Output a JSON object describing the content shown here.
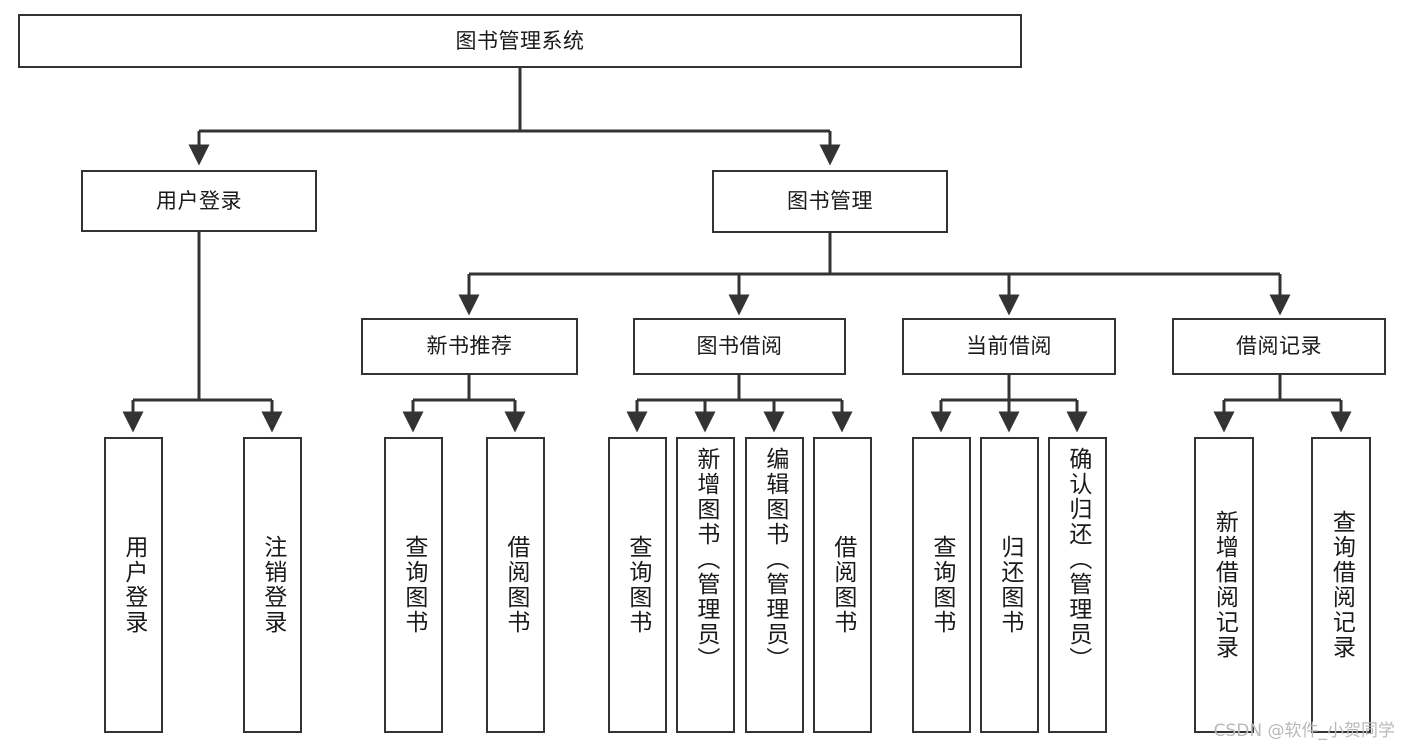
{
  "diagram": {
    "title": "图书管理系统",
    "type": "tree-hierarchy-chart",
    "orientation": "top-down",
    "colors": {
      "node_border": "#333333",
      "node_fill": "#ffffff",
      "edge": "#333333",
      "text": "#1a1a1a",
      "watermark": "#b9b9b9",
      "background": "#ffffff"
    },
    "root": {
      "label": "图书管理系统"
    },
    "level2": [
      {
        "label": "用户登录"
      },
      {
        "label": "图书管理"
      }
    ],
    "level3": [
      {
        "label": "新书推荐"
      },
      {
        "label": "图书借阅"
      },
      {
        "label": "当前借阅"
      },
      {
        "label": "借阅记录"
      }
    ],
    "leaves": {
      "user_login": [
        {
          "label": "用户登录"
        },
        {
          "label": "注销登录"
        }
      ],
      "new_book_recommend": [
        {
          "label": "查询图书"
        },
        {
          "label": "借阅图书"
        }
      ],
      "book_borrow": [
        {
          "label": "查询图书"
        },
        {
          "label": "新增图书（管理员）"
        },
        {
          "label": "编辑图书（管理员）"
        },
        {
          "label": "借阅图书"
        }
      ],
      "current_borrow": [
        {
          "label": "查询图书"
        },
        {
          "label": "归还图书"
        },
        {
          "label": "确认归还（管理员）"
        }
      ],
      "borrow_record": [
        {
          "label": "新增借阅记录"
        },
        {
          "label": "查询借阅记录"
        }
      ]
    }
  },
  "watermark": {
    "text": "CSDN @软件_小贺同学"
  }
}
